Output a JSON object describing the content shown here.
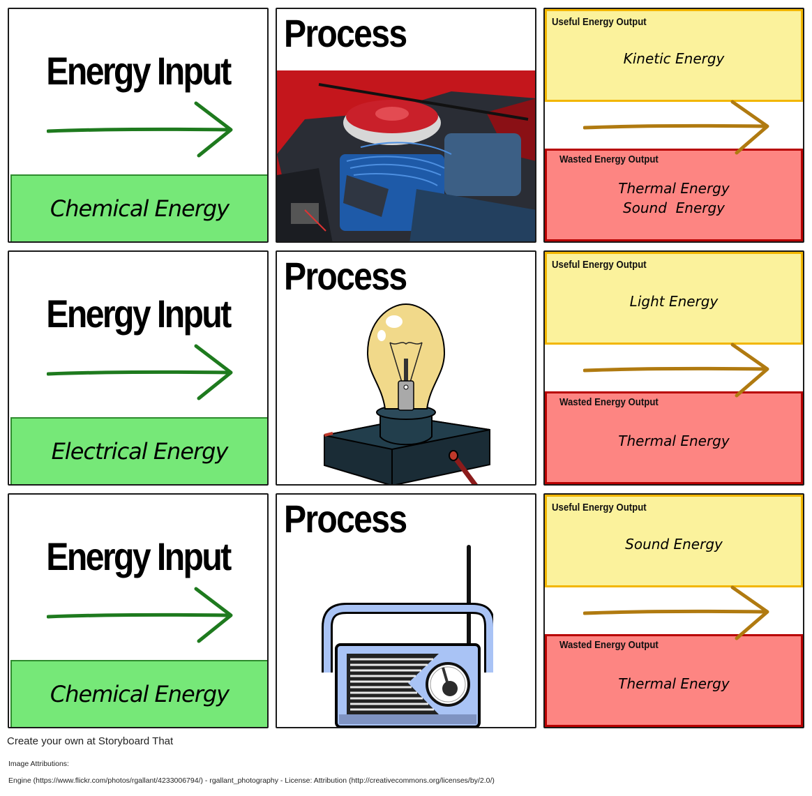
{
  "storyboard": {
    "colors": {
      "input_box_fill": "#76e878",
      "input_arrow": "#1e7a1e",
      "useful_fill": "#fbf29c",
      "useful_border": "#f2b600",
      "wasted_fill": "#fd8582",
      "wasted_border": "#b80000",
      "output_arrow": "#b07a10"
    },
    "rows": [
      {
        "input_title": "Energy Input",
        "input_energy": "Chemical Energy",
        "process_title": "Process",
        "process_image": "car-engine-photo",
        "useful_heading": "Useful Energy Output",
        "useful_energy": [
          "Kinetic Energy"
        ],
        "wasted_heading": "Wasted Energy Output",
        "wasted_energy": [
          "Thermal Energy",
          "Sound  Energy"
        ]
      },
      {
        "input_title": "Energy Input",
        "input_energy": "Electrical Energy",
        "process_title": "Process",
        "process_image": "light-bulb-illustration",
        "useful_heading": "Useful Energy Output",
        "useful_energy": [
          "Light Energy"
        ],
        "wasted_heading": "Wasted Energy Output",
        "wasted_energy": [
          "Thermal Energy"
        ]
      },
      {
        "input_title": "Energy Input",
        "input_energy": "Chemical Energy",
        "process_title": "Process",
        "process_image": "radio-illustration",
        "useful_heading": "Useful Energy Output",
        "useful_energy": [
          "Sound Energy"
        ],
        "wasted_heading": "Wasted Energy Output",
        "wasted_energy": [
          "Thermal Energy"
        ]
      }
    ]
  },
  "footer": {
    "credit_link": "Create your own at Storyboard That",
    "attributions_title": "Image Attributions:",
    "attributions": [
      "Engine (https://www.flickr.com/photos/rgallant/4233006794/) - rgallant_photography - License: Attribution (http://creativecommons.org/licenses/by/2.0/)"
    ]
  }
}
